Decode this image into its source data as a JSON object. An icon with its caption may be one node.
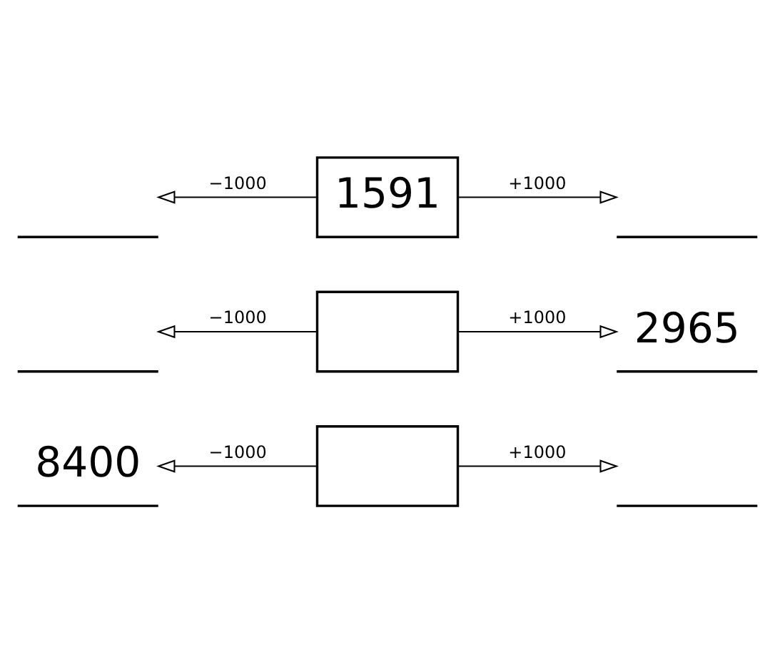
{
  "diagram": {
    "nodes": [
      {
        "text": [],
        "shape": "line"
      },
      {
        "text": [
          "1591"
        ]
      },
      {
        "text": [],
        "shape": "line"
      },
      {
        "text": [],
        "shape": "line"
      },
      {
        "text": [],
        "shape": "box"
      },
      {
        "text": [
          "2965"
        ]
      },
      {
        "text": [
          "8400"
        ]
      },
      {
        "text": [],
        "shape": "box"
      },
      {
        "text": [],
        "shape": "line"
      }
    ],
    "edges": [
      {
        "from": 1,
        "to": 0,
        "arrow": "to",
        "label": "−1000"
      },
      {
        "from": 1,
        "to": 2,
        "arrow": "to",
        "label": "+1000"
      },
      {
        "from": 4,
        "to": 3,
        "arrow": "to",
        "label": "−1000"
      },
      {
        "from": 4,
        "to": 5,
        "arrow": "to",
        "label": "+1000"
      },
      {
        "from": 7,
        "to": 6,
        "arrow": "to",
        "label": "−1000"
      },
      {
        "from": 7,
        "to": 8,
        "arrow": "to",
        "label": "+1000"
      }
    ]
  }
}
